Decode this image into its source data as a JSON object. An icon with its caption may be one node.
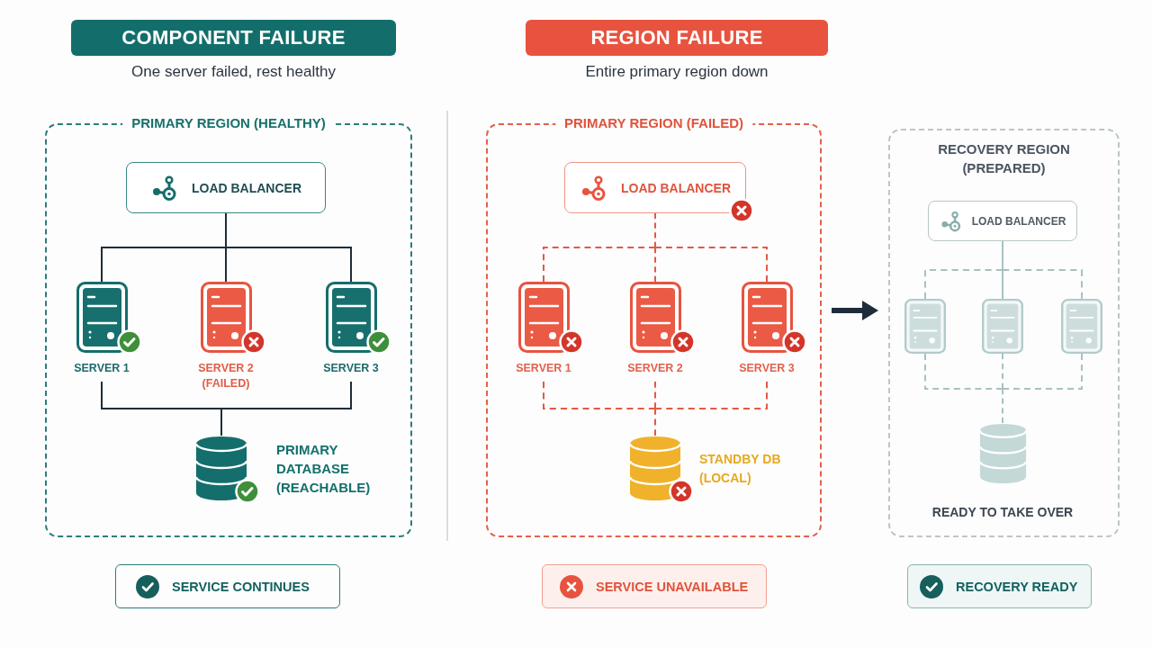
{
  "diagram": {
    "nodes": [
      {
        "text": [
          "COMPONENT FAILURE"
        ],
        "beside": [
          "One server failed, rest healthy"
        ]
      },
      {
        "text": [
          "PRIMARY REGION (HEALTHY)"
        ]
      },
      {
        "text": [
          "LOAD BALANCER"
        ],
        "in": 1
      },
      {
        "text": [
          "SERVER 1"
        ],
        "in": 1
      },
      {
        "text": [
          "SERVER 2 (FAILED)"
        ],
        "in": 1
      },
      {
        "text": [
          "SERVER 3"
        ],
        "in": 1
      },
      {
        "text": [
          "PRIMARY DATABASE (REACHABLE)"
        ],
        "in": 1
      },
      {
        "text": [
          "REGION FAILURE"
        ],
        "beside": [
          "Entire primary region down"
        ]
      },
      {
        "text": [
          "PRIMARY REGION (FAILED)"
        ]
      },
      {
        "text": [
          "LOAD BALANCER"
        ],
        "in": 8
      },
      {
        "text": [
          "SERVER 1"
        ],
        "in": 8
      },
      {
        "text": [
          "SERVER 2"
        ],
        "in": 8
      },
      {
        "text": [
          "SERVER 3"
        ],
        "in": 8
      },
      {
        "text": [
          "STANDBY DB (LOCAL)"
        ],
        "in": 8
      },
      {
        "text": [
          "RECOVERY REGION (PREPARED)"
        ]
      },
      {
        "text": [
          "LOAD BALANCER"
        ],
        "in": 14
      },
      {
        "text": [],
        "shape": "server",
        "in": 14
      },
      {
        "text": [],
        "shape": "server",
        "in": 14
      },
      {
        "text": [],
        "shape": "server",
        "in": 14
      },
      {
        "text": [
          "READY TO TAKE OVER"
        ],
        "in": 14
      },
      {
        "text": [
          "SERVICE CONTINUES"
        ]
      },
      {
        "text": [
          "SERVICE UNAVAILABLE"
        ]
      },
      {
        "text": [
          "RECOVERY READY"
        ]
      }
    ],
    "edges": [
      {
        "from": 2,
        "to": 3,
        "arrow": "none"
      },
      {
        "from": 2,
        "to": 4,
        "arrow": "none"
      },
      {
        "from": 2,
        "to": 5,
        "arrow": "none"
      },
      {
        "from": 3,
        "to": 6,
        "arrow": "none"
      },
      {
        "from": 5,
        "to": 6,
        "arrow": "none"
      },
      {
        "from": 9,
        "to": 10,
        "arrow": "none",
        "style": "dashed",
        "color": "#e25a45"
      },
      {
        "from": 9,
        "to": 11,
        "arrow": "none",
        "style": "dashed",
        "color": "#e25a45"
      },
      {
        "from": 9,
        "to": 12,
        "arrow": "none",
        "style": "dashed",
        "color": "#e25a45"
      },
      {
        "from": 10,
        "to": 13,
        "arrow": "none",
        "style": "dashed",
        "color": "#e25a45"
      },
      {
        "from": 11,
        "to": 13,
        "arrow": "none",
        "style": "dashed",
        "color": "#e25a45"
      },
      {
        "from": 12,
        "to": 13,
        "arrow": "none",
        "style": "dashed",
        "color": "#e25a45"
      },
      {
        "from": 8,
        "to": 14,
        "arrow": "to",
        "style": "thick"
      },
      {
        "from": 15,
        "to": 16,
        "arrow": "none",
        "style": "dashed",
        "color": "#a9c1c1"
      },
      {
        "from": 15,
        "to": 17,
        "arrow": "none",
        "color": "#a9c1c1"
      },
      {
        "from": 15,
        "to": 18,
        "arrow": "none",
        "style": "dashed",
        "color": "#a9c1c1"
      },
      {
        "from": 16,
        "to": 19,
        "arrow": "none",
        "style": "dashed",
        "color": "#a9c1c1"
      },
      {
        "from": 17,
        "to": 19,
        "arrow": "none",
        "style": "dashed",
        "color": "#a9c1c1"
      },
      {
        "from": 18,
        "to": 19,
        "arrow": "none",
        "style": "dashed",
        "color": "#a9c1c1"
      }
    ]
  }
}
